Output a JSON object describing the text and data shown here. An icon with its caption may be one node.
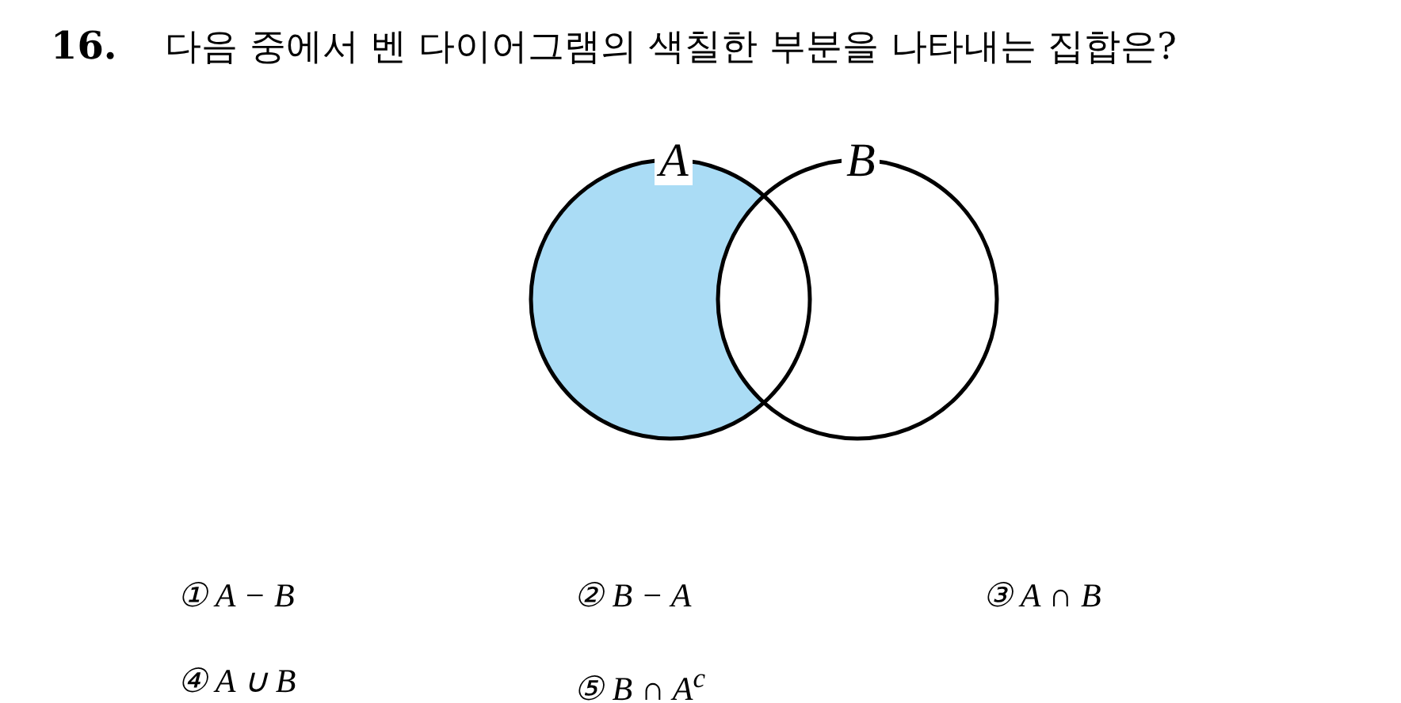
{
  "diagram": {
    "title": "다음 중에서 벤 다이어그램의 색칠한 부분을 나타내는 집합은?",
    "nodes": [
      {
        "text": [
          "A"
        ]
      },
      {
        "text": [
          "B"
        ]
      }
    ],
    "labels": [
      "16.",
      "① A − B",
      "② B − A",
      "③ A ∩ B",
      "④ A ∪ B",
      "⑤ B ∩ A$^{c}$"
    ]
  }
}
